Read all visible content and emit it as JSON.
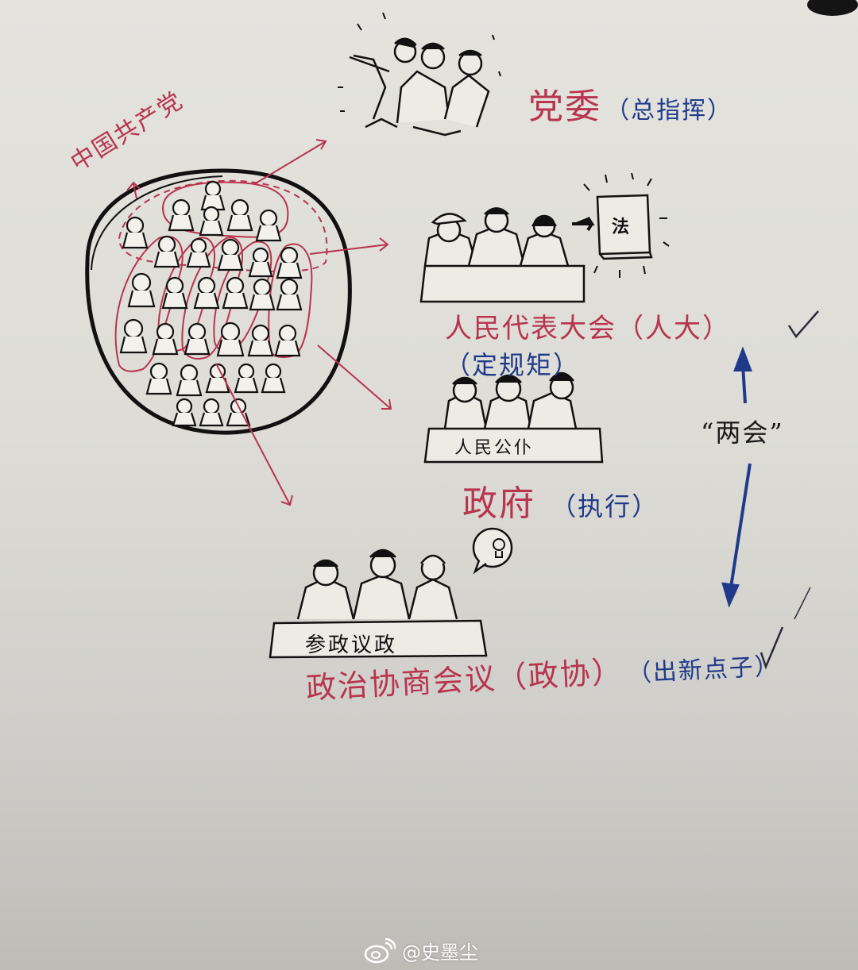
{
  "diagram": {
    "type": "hand-drawn whiteboard",
    "colors": {
      "background": "#e0dfd9",
      "red_ink": "#b8344f",
      "blue_ink": "#1f3a8a",
      "black_ink": "#1a1a1a"
    },
    "people_circle": {
      "label": "中国共产党",
      "description": "circle of people with party subgroup outlined"
    },
    "nodes": [
      {
        "id": "party_committee",
        "label": "党委",
        "note": "（总指挥）"
      },
      {
        "id": "npc",
        "label": "人民代表大会（人大）",
        "note": "（定规矩）",
        "check": "✓",
        "book_label": "法"
      },
      {
        "id": "government",
        "label": "政府",
        "note": "（执行）",
        "sign": "人民公仆"
      },
      {
        "id": "cppcc",
        "label": "政治协商会议（政协）",
        "note": "（出新点子）",
        "check": "✓",
        "sign": "参政议政"
      }
    ],
    "two_sessions": {
      "label": "“两会”"
    }
  },
  "watermark": {
    "text": "@史墨尘"
  }
}
